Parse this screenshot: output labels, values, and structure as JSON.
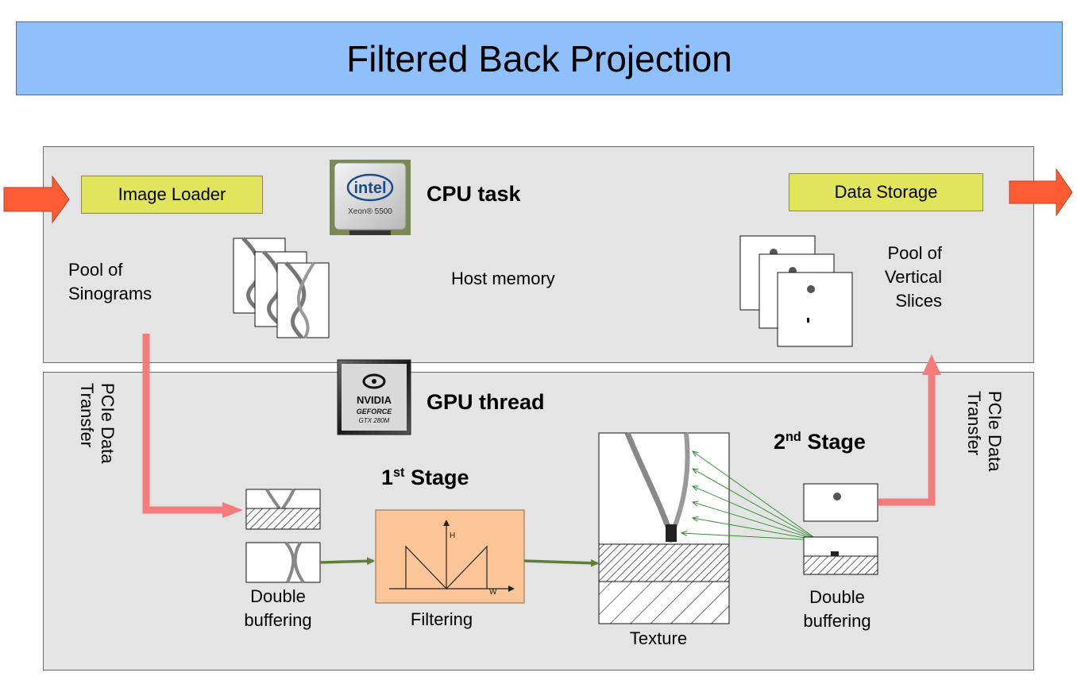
{
  "title": "Filtered Back Projection",
  "cpu": {
    "image_loader": "Image Loader",
    "heading": "CPU task",
    "data_storage": "Data Storage",
    "pool_sinograms": [
      "Pool of",
      "Sinograms"
    ],
    "host_memory": "Host memory",
    "pool_slices": [
      "Pool of",
      "Vertical",
      "Slices"
    ],
    "chip_brand": "intel",
    "chip_model": "Xeon® 5500"
  },
  "gpu": {
    "heading": "GPU thread",
    "chip_brand": "NVIDIA",
    "chip_line": "GEFORCE",
    "chip_model": "GTX 280M",
    "stage1": {
      "number": "1",
      "suffix": "st",
      "label": "Stage"
    },
    "stage2": {
      "number": "2",
      "suffix": "nd",
      "label": "Stage"
    },
    "filtering": "Filtering",
    "filter_h": "H",
    "filter_w": "W",
    "texture": "Texture",
    "double_buffering_left": [
      "Double",
      "buffering"
    ],
    "double_buffering_right": [
      "Double",
      "buffering"
    ]
  },
  "pcie_left": [
    "PCIe Data",
    "Transfer"
  ],
  "pcie_right": [
    "PCIe Data",
    "Transfer"
  ],
  "colors": {
    "title_bg": "#8fc0fb",
    "panel_bg": "#e4e4e4",
    "label_box": "#e2e55c",
    "io_arrow": "#fd5c34",
    "pcie_arrow": "#f67b7b",
    "flow_arrow": "#5e7f3a",
    "filter_box": "#fbc597",
    "projection_rays": "#2b8a2b"
  }
}
